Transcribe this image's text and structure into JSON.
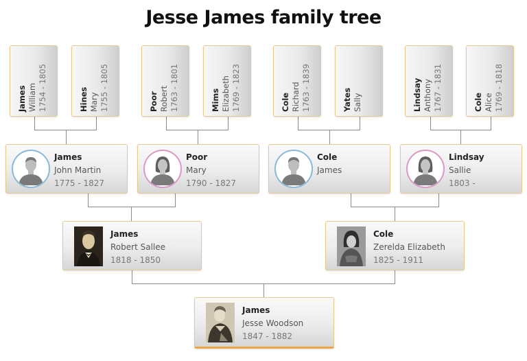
{
  "title": "Jesse James family tree",
  "colors": {
    "box_border": "#e8c98c",
    "connector": "#8a8a8a",
    "male_ring": "#8ab8d6",
    "female_ring": "#d89ac4",
    "focus_underline": "#f0a44a"
  },
  "great_grandparents": [
    {
      "surname": "James",
      "given": "William",
      "years": "1754 - 1805"
    },
    {
      "surname": "Hines",
      "given": "Mary",
      "years": "1755 - 1805"
    },
    {
      "surname": "Poor",
      "given": "Robert",
      "years": "1763 - 1801"
    },
    {
      "surname": "Mims",
      "given": "Elizabeth",
      "years": "1769 - 1823"
    },
    {
      "surname": "Cole",
      "given": "Richard",
      "years": "1763 - 1839"
    },
    {
      "surname": "Yates",
      "given": "Sally",
      "years": ""
    },
    {
      "surname": "Lindsay",
      "given": "Anthony",
      "years": "1767 - 1831"
    },
    {
      "surname": "Cole",
      "given": "Alice",
      "years": "1769 - 1818"
    }
  ],
  "grandparents": [
    {
      "surname": "James",
      "given": "John Martin",
      "years": "1775 - 1827",
      "avatar": "male-avatar-icon"
    },
    {
      "surname": "Poor",
      "given": "Mary",
      "years": "1790 - 1827",
      "avatar": "female-avatar-icon"
    },
    {
      "surname": "Cole",
      "given": "James",
      "years": "",
      "avatar": "male-avatar-icon"
    },
    {
      "surname": "Lindsay",
      "given": "Sallie",
      "years": "1803 -",
      "avatar": "female-avatar-icon"
    }
  ],
  "parents": [
    {
      "surname": "James",
      "given": "Robert Sallee",
      "years": "1818 - 1850",
      "photo": "portrait-photo"
    },
    {
      "surname": "Cole",
      "given": "Zerelda Elizabeth",
      "years": "1825 - 1911",
      "photo": "portrait-photo"
    }
  ],
  "subject": {
    "surname": "James",
    "given": "Jesse Woodson",
    "years": "1847 - 1882",
    "photo": "portrait-photo"
  }
}
